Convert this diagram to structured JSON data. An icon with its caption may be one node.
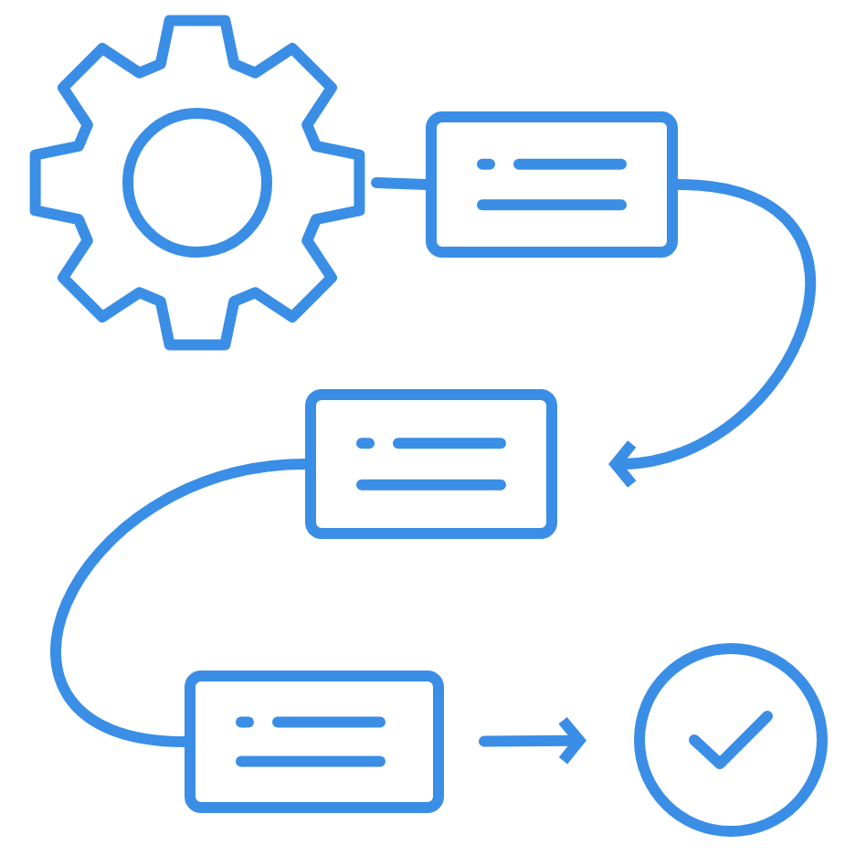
{
  "diagram": {
    "nodes": [
      {
        "text": [],
        "shape": "gear"
      },
      {
        "text": [],
        "shape": "box"
      },
      {
        "text": [],
        "shape": "box"
      },
      {
        "text": [],
        "shape": "box"
      },
      {
        "text": [],
        "shape": "circle"
      }
    ],
    "edges": [
      {
        "from": 0,
        "to": 1,
        "arrow": "none"
      },
      {
        "from": 1,
        "to": 2,
        "arrow": "to"
      },
      {
        "from": 2,
        "to": 3,
        "arrow": "none"
      },
      {
        "from": 3,
        "to": 4,
        "arrow": "to"
      }
    ]
  }
}
